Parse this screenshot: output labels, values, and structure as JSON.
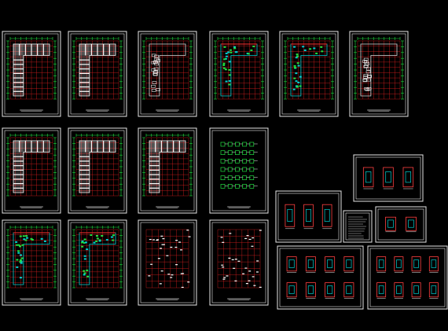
{
  "view": {
    "background": "#000000",
    "frame_color": "#e6e6e6",
    "grid_color": "#e02020",
    "dim_color": "#20e040",
    "wall_color": "#ffffff",
    "accent_color": "#00d0d0",
    "detail_color": "#ff4040"
  },
  "sheets": [
    {
      "id": "s1",
      "kind": "plan-white-L"
    },
    {
      "id": "s2",
      "kind": "plan-white-L"
    },
    {
      "id": "s3",
      "kind": "plan-grid-L"
    },
    {
      "id": "s4",
      "kind": "plan-color-L"
    },
    {
      "id": "s5",
      "kind": "plan-color-L"
    },
    {
      "id": "s6",
      "kind": "plan-grid-L"
    },
    {
      "id": "s7",
      "kind": "plan-white-L"
    },
    {
      "id": "s8",
      "kind": "plan-white-L"
    },
    {
      "id": "s9",
      "kind": "plan-white-L"
    },
    {
      "id": "s10",
      "kind": "column-schedule"
    },
    {
      "id": "s11",
      "kind": "plan-color-L"
    },
    {
      "id": "s12",
      "kind": "plan-color-L"
    },
    {
      "id": "s13",
      "kind": "grid-dots"
    },
    {
      "id": "s14",
      "kind": "grid-dots"
    },
    {
      "id": "s15",
      "kind": "detail-sheet"
    },
    {
      "id": "s16",
      "kind": "notes-sheet"
    },
    {
      "id": "s17",
      "kind": "detail-sheet"
    },
    {
      "id": "s18",
      "kind": "detail-sheet"
    },
    {
      "id": "s19",
      "kind": "detail-sheet"
    },
    {
      "id": "s20",
      "kind": "detail-sheet"
    }
  ]
}
